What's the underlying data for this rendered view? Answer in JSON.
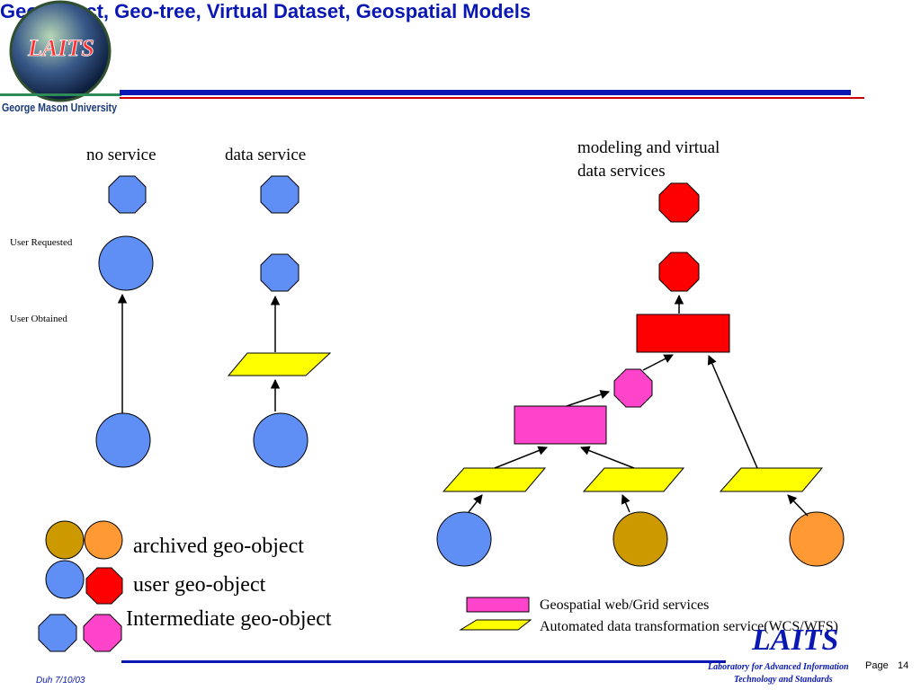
{
  "slide": {
    "title": "Geo-object, Geo-tree, Virtual Dataset, Geospatial Models",
    "logo_text": "LAITS",
    "university": "George Mason University"
  },
  "columns": {
    "no_service": "no service",
    "data_service": "data service",
    "modeling_line1": "modeling and virtual",
    "modeling_line2": "data services"
  },
  "side_labels": {
    "user_requested": "User Requested",
    "user_obtained": "User Obtained"
  },
  "legend": {
    "archived": "archived geo-object",
    "user": "user geo-object",
    "intermediate": "Intermediate geo-object",
    "grid_services": "Geospatial web/Grid services",
    "transformation": "Automated data transformation service(WCS/WFS)"
  },
  "footer": {
    "author_date": "Duh 7/10/03",
    "laits": "LAITS",
    "lab_line1": "Laboratory for Advanced Information",
    "lab_line2": "Technology and Standards",
    "page_label": "Page",
    "page_number": "14"
  },
  "colors": {
    "title_blue": "#0a18b3",
    "rule_red": "#d00000",
    "user_blue": "#5f8ff5",
    "red": "#ff0000",
    "magenta": "#ff44cc",
    "yellow": "#ffff00",
    "archived_gold": "#cc9900",
    "archived_orange": "#ff9933"
  }
}
